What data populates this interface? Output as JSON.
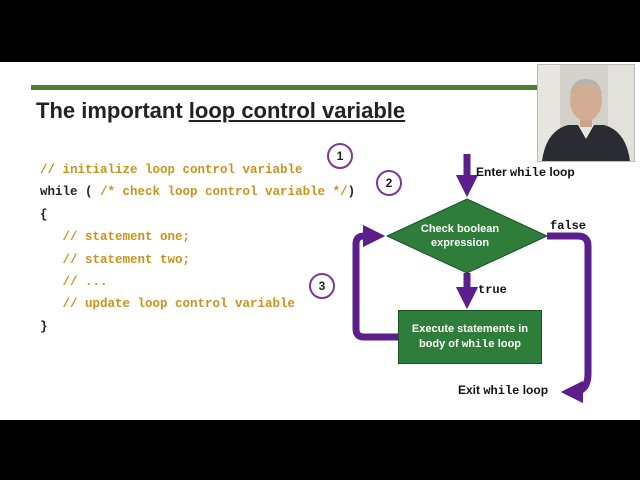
{
  "slide": {
    "title_prefix": "The important ",
    "title_underlined": "loop control variable"
  },
  "code": {
    "line1": "// initialize loop control variable",
    "line2_keyword": "while",
    "line2_open": " ( ",
    "line2_comment": "/* check loop control variable */",
    "line2_close": ")",
    "line3": "{",
    "line4": "   // statement one;",
    "line5": "   // statement two;",
    "line6": "   // ...",
    "line7": "   // update loop control variable",
    "line8": "}"
  },
  "markers": [
    "1",
    "2",
    "3"
  ],
  "flowchart": {
    "enter_prefix": "Enter ",
    "enter_keyword": "while",
    "enter_suffix": " loop",
    "decision_line1": "Check boolean",
    "decision_line2": "expression",
    "false_label": "false",
    "true_label": "true",
    "body_line1": "Execute statements in",
    "body_prefix": "body of ",
    "body_keyword": "while",
    "body_suffix": " loop",
    "exit_prefix": "Exit ",
    "exit_keyword": "while",
    "exit_suffix": " loop"
  },
  "colors": {
    "accent_green": "#4f7f2f",
    "box_green": "#2f7d3a",
    "arrow_purple": "#5b1e8a",
    "code_comment": "#c8931c"
  }
}
